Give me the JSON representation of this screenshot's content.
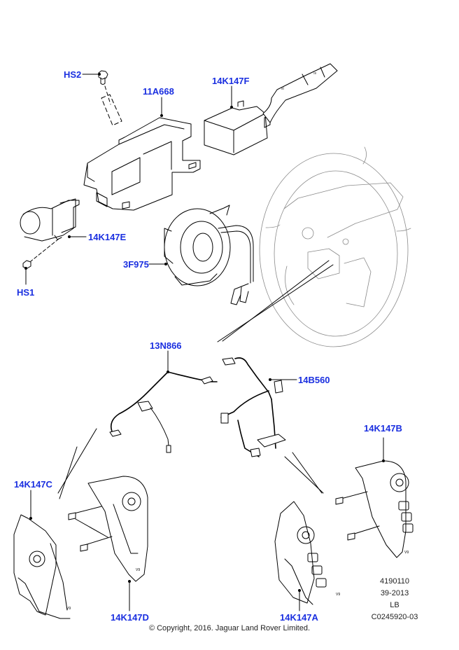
{
  "diagram": {
    "type": "exploded-parts-illustration",
    "subject": "Steering column switches and steering wheel controls",
    "label_color": "#1a2fe0",
    "line_color": "#000000",
    "callouts": [
      {
        "id": "HS2",
        "label": "HS2",
        "part": "screw"
      },
      {
        "id": "11A668",
        "label": "11A668",
        "part": "steering-column-shroud-bracket"
      },
      {
        "id": "14K147F",
        "label": "14K147F",
        "part": "wiper-stalk-switch"
      },
      {
        "id": "14K147E",
        "label": "14K147E",
        "part": "lighting-stalk-switch"
      },
      {
        "id": "HS1",
        "label": "HS1",
        "part": "screw"
      },
      {
        "id": "3F975",
        "label": "3F975",
        "part": "clockspring"
      },
      {
        "id": "13N866",
        "label": "13N866",
        "part": "wiring-harness"
      },
      {
        "id": "14B560",
        "label": "14B560",
        "part": "wiring-harness"
      },
      {
        "id": "14K147C",
        "label": "14K147C",
        "part": "steering-wheel-switch-pack"
      },
      {
        "id": "14K147D",
        "label": "14K147D",
        "part": "steering-wheel-switch-pack"
      },
      {
        "id": "14K147B",
        "label": "14K147B",
        "part": "steering-wheel-switch-pack"
      },
      {
        "id": "14K147A",
        "label": "14K147A",
        "part": "steering-wheel-switch-pack"
      }
    ]
  },
  "reference": {
    "line1": "4190110",
    "line2": "39-2013",
    "line3": "LB",
    "line4": "C0245920-03"
  },
  "copyright": "© Copyright, 2016. Jaguar Land Rover Limited."
}
